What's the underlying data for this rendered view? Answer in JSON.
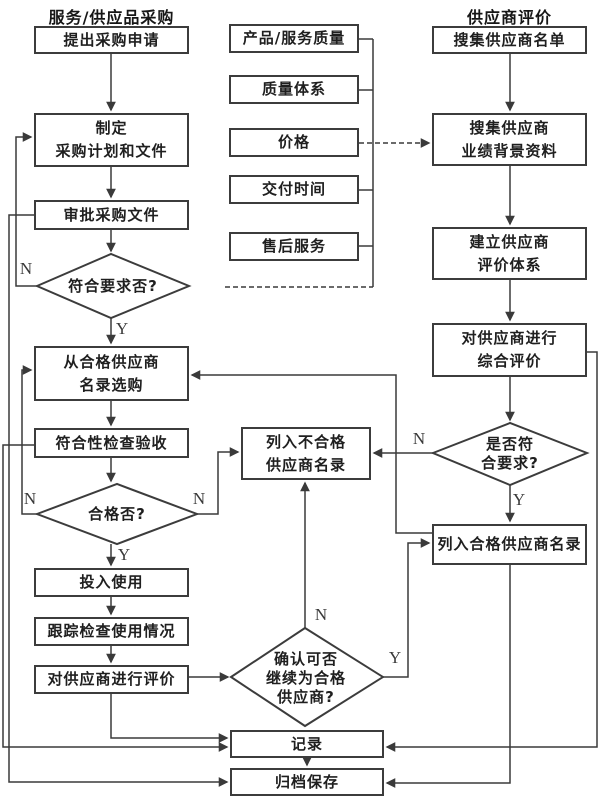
{
  "colors": {
    "line": "#3a3a3a",
    "box_border": "#3c3c3c",
    "text": "#1f1f1f",
    "background": "#ffffff"
  },
  "titles": {
    "left": "服务/供应品采购",
    "right": "供应商评价"
  },
  "nodes": {
    "raise_request": "提出采购申请",
    "make_plan": "制定\n采购计划和文件",
    "approve_docs": "审批采购文件",
    "meets_req": "符合要求否?",
    "select_from_list": "从合格供应商\n名录选购",
    "conformity_check": "符合性检查验收",
    "qualified": "合格否?",
    "put_into_use": "投入使用",
    "track_usage": "跟踪检查使用情况",
    "evaluate_supplier": "对供应商进行评价",
    "criteria_product_quality": "产品/服务质量",
    "criteria_quality_system": "质量体系",
    "criteria_price": "价格",
    "criteria_delivery_time": "交付时间",
    "criteria_after_sales": "售后服务",
    "unqualified_list": "列入不合格\n供应商名录",
    "confirm_continue": "确认可否\n继续为合格\n供应商?",
    "record": "记录",
    "archive": "归档保存",
    "collect_list": "搜集供应商名单",
    "collect_background": "搜集供应商\n业绩背景资料",
    "build_system": "建立供应商\n评价体系",
    "comprehensive_eval": "对供应商进行\n综合评价",
    "meets_req_right": "是否符\n合要求?",
    "qualified_list": "列入合格供应商名录"
  },
  "branch_labels": {
    "meets_req_n": "N",
    "meets_req_y": "Y",
    "qualified_n_left": "N",
    "qualified_n_right": "N",
    "qualified_y": "Y",
    "meets_req_right_n": "N",
    "meets_req_right_y": "Y",
    "confirm_n": "N",
    "confirm_y": "Y"
  },
  "edges": [
    {
      "from": "提出采购申请",
      "to": "制定采购计划和文件",
      "style": "solid"
    },
    {
      "from": "制定采购计划和文件",
      "to": "审批采购文件",
      "style": "solid"
    },
    {
      "from": "审批采购文件",
      "to": "符合要求否?",
      "style": "solid"
    },
    {
      "from": "符合要求否?",
      "to": "从合格供应商名录选购",
      "label": "Y",
      "style": "solid"
    },
    {
      "from": "符合要求否?",
      "to": "制定采购计划和文件",
      "label": "N",
      "style": "solid"
    },
    {
      "from": "从合格供应商名录选购",
      "to": "符合性检查验收",
      "style": "solid"
    },
    {
      "from": "符合性检查验收",
      "to": "合格否?",
      "style": "solid"
    },
    {
      "from": "合格否?",
      "to": "投入使用",
      "label": "Y",
      "style": "solid"
    },
    {
      "from": "合格否?",
      "to": "从合格供应商名录选购",
      "label": "N",
      "style": "solid"
    },
    {
      "from": "合格否?",
      "to": "列入不合格供应商名录",
      "label": "N",
      "style": "solid"
    },
    {
      "from": "投入使用",
      "to": "跟踪检查使用情况",
      "style": "solid"
    },
    {
      "from": "跟踪检查使用情况",
      "to": "对供应商进行评价",
      "style": "solid"
    },
    {
      "from": "对供应商进行评价",
      "to": "确认可否继续为合格供应商?",
      "style": "solid"
    },
    {
      "from": "对供应商进行评价",
      "to": "记录",
      "style": "solid"
    },
    {
      "from": "符合性检查验收",
      "to": "记录",
      "style": "solid"
    },
    {
      "from": "审批采购文件",
      "to": "归档保存",
      "style": "solid"
    },
    {
      "from": "搜集供应商名单",
      "to": "搜集供应商业绩背景资料",
      "style": "solid"
    },
    {
      "from": "价格",
      "to": "搜集供应商业绩背景资料",
      "style": "dashed"
    },
    {
      "from": "搜集供应商业绩背景资料",
      "to": "建立供应商评价体系",
      "style": "solid"
    },
    {
      "from": "建立供应商评价体系",
      "to": "对供应商进行综合评价",
      "style": "solid"
    },
    {
      "from": "对供应商进行综合评价",
      "to": "是否符合要求?",
      "style": "solid"
    },
    {
      "from": "对供应商进行综合评价",
      "to": "记录",
      "style": "solid"
    },
    {
      "from": "是否符合要求?",
      "to": "列入合格供应商名录",
      "label": "Y",
      "style": "solid"
    },
    {
      "from": "是否符合要求?",
      "to": "列入不合格供应商名录",
      "label": "N",
      "style": "solid"
    },
    {
      "from": "确认可否继续为合格供应商?",
      "to": "列入不合格供应商名录",
      "label": "N",
      "style": "solid"
    },
    {
      "from": "确认可否继续为合格供应商?",
      "to": "列入合格供应商名录",
      "label": "Y",
      "style": "solid"
    },
    {
      "from": "列入合格供应商名录",
      "to": "从合格供应商名录选购",
      "style": "solid"
    },
    {
      "from": "列入合格供应商名录",
      "to": "归档保存",
      "style": "solid"
    },
    {
      "from": "记录",
      "to": "归档保存",
      "style": "solid"
    }
  ]
}
